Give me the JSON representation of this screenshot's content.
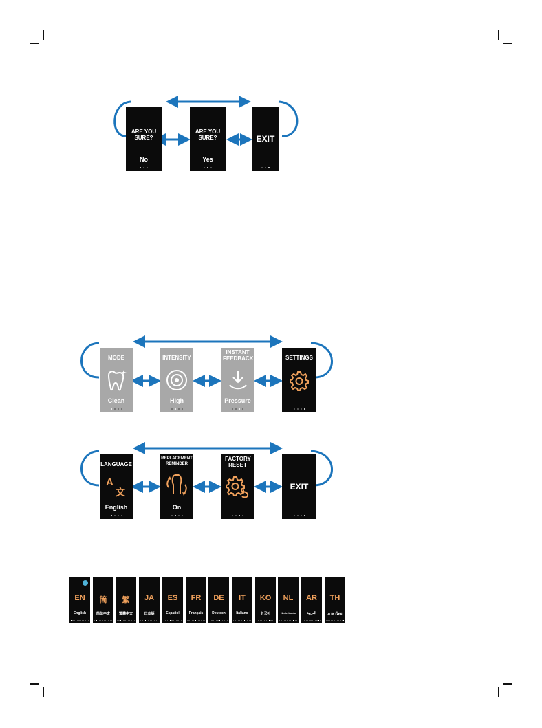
{
  "colors": {
    "arrow": "#1c75bc",
    "accent": "#f0a15c",
    "screen": "#0b0b0b",
    "dim_screen": "#a8a8a8"
  },
  "confirm_flow": {
    "screens": [
      {
        "title": "ARE YOU SURE?",
        "value": "No",
        "active_dot": 0
      },
      {
        "title": "ARE YOU SURE?",
        "value": "Yes",
        "active_dot": 1
      },
      {
        "title": "",
        "center": "EXIT",
        "value": "",
        "active_dot": 2
      }
    ]
  },
  "main_menu": {
    "screens": [
      {
        "title": "MODE",
        "value": "Clean",
        "icon": "tooth-sparkle-icon",
        "active_dot": 0,
        "dimmed": true
      },
      {
        "title": "INTENSITY",
        "value": "High",
        "icon": "target-icon",
        "active_dot": 1,
        "dimmed": true
      },
      {
        "title": "INSTANT FEEDBACK",
        "value": "Pressure",
        "icon": "pressure-arrow-icon",
        "active_dot": 2,
        "dimmed": true
      },
      {
        "title": "SETTINGS",
        "value": "",
        "icon": "gear-icon",
        "active_dot": 3,
        "dimmed": false
      }
    ]
  },
  "settings_menu": {
    "screens": [
      {
        "title": "LANGUAGE",
        "value": "English",
        "icon": "translate-icon",
        "active_dot": 0
      },
      {
        "title": "REPLACEMENT REMINDER",
        "value": "On",
        "icon": "brush-head-replace-icon",
        "active_dot": 1
      },
      {
        "title": "FACTORY RESET",
        "value": "",
        "icon": "gear-reset-icon",
        "active_dot": 2
      },
      {
        "title": "",
        "center": "EXIT",
        "value": "",
        "active_dot": 3
      }
    ]
  },
  "languages": [
    {
      "code": "EN",
      "name": "English",
      "selected": true
    },
    {
      "code": "简",
      "name": "简体中文"
    },
    {
      "code": "繁",
      "name": "繁體中文"
    },
    {
      "code": "JA",
      "name": "日本語"
    },
    {
      "code": "ES",
      "name": "Español"
    },
    {
      "code": "FR",
      "name": "Français"
    },
    {
      "code": "DE",
      "name": "Deutsch"
    },
    {
      "code": "IT",
      "name": "Italiano"
    },
    {
      "code": "KO",
      "name": "한국어"
    },
    {
      "code": "NL",
      "name": "Nederlands"
    },
    {
      "code": "AR",
      "name": "العربية"
    },
    {
      "code": "TH",
      "name": "ภาษาไทย"
    }
  ]
}
